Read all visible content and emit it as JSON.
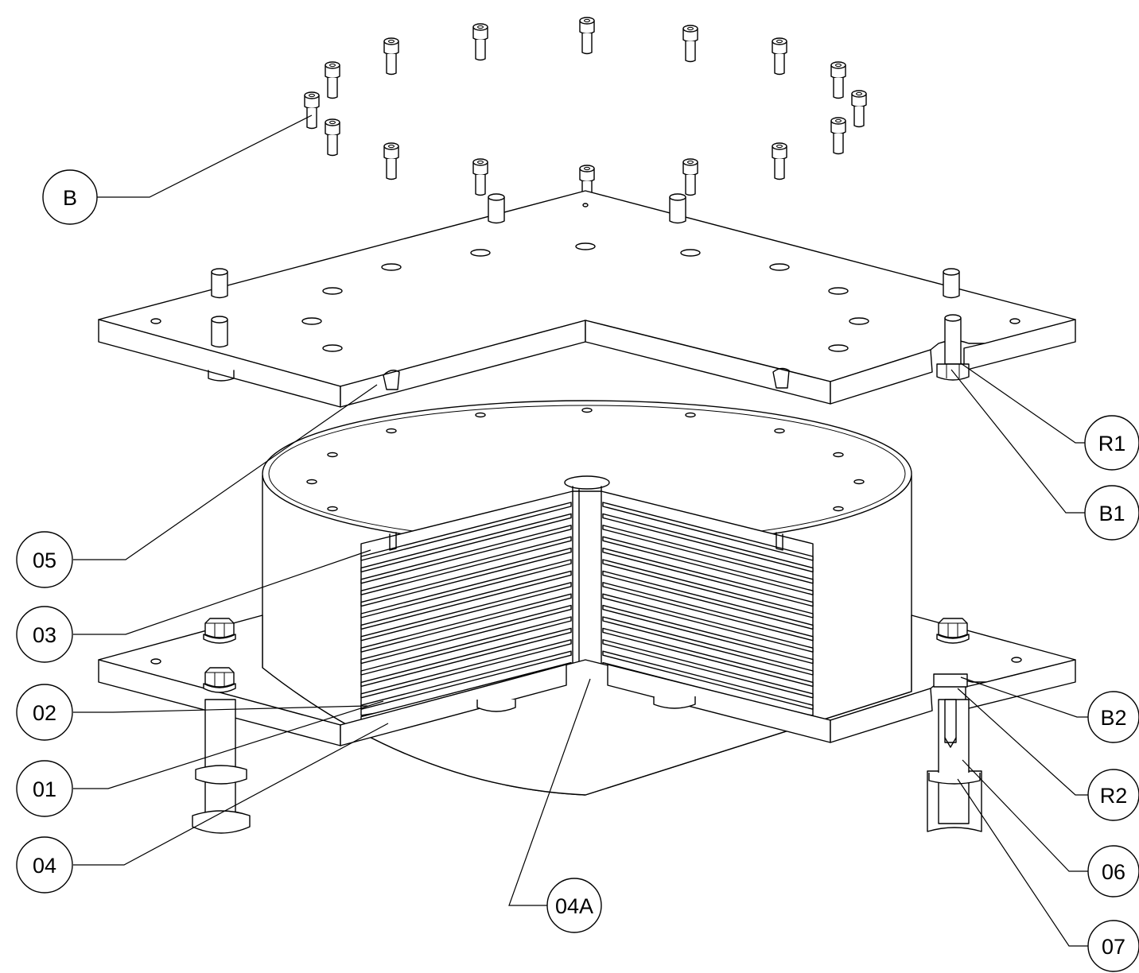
{
  "callouts": [
    {
      "id": "B",
      "label": "B"
    },
    {
      "id": "R1",
      "label": "R1"
    },
    {
      "id": "B1",
      "label": "B1"
    },
    {
      "id": "05",
      "label": "05"
    },
    {
      "id": "03",
      "label": "03"
    },
    {
      "id": "02",
      "label": "02"
    },
    {
      "id": "01",
      "label": "01"
    },
    {
      "id": "04",
      "label": "04"
    },
    {
      "id": "04A",
      "label": "04A"
    },
    {
      "id": "B2",
      "label": "B2"
    },
    {
      "id": "R2",
      "label": "R2"
    },
    {
      "id": "06",
      "label": "06"
    },
    {
      "id": "07",
      "label": "07"
    }
  ],
  "colors": {
    "line": "#000000",
    "background": "#ffffff"
  }
}
